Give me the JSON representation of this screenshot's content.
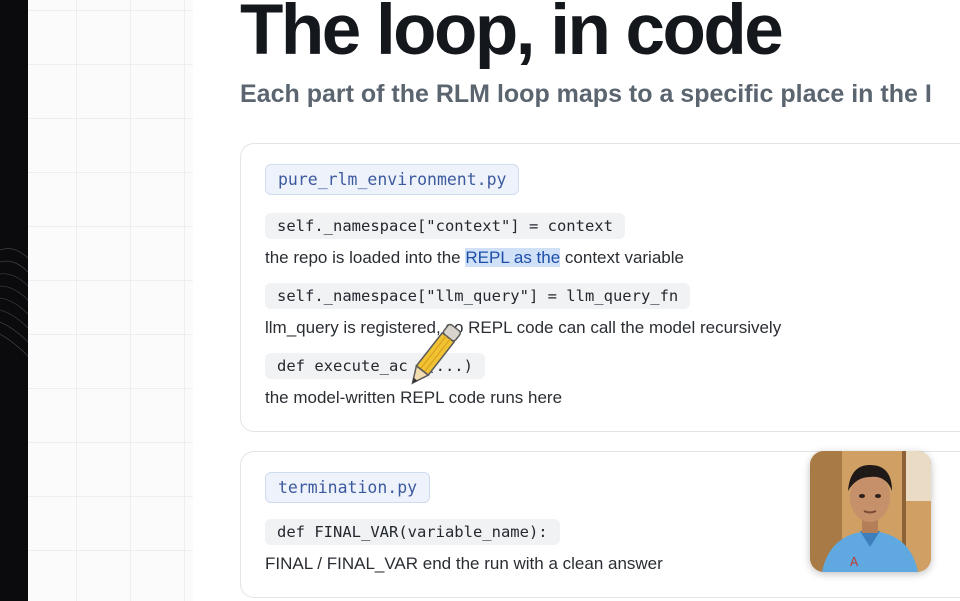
{
  "page": {
    "title": "The loop, in code",
    "subtitle": "Each part of the RLM loop maps to a specific place in the I"
  },
  "cards": [
    {
      "file": "pure_rlm_environment.py",
      "items": [
        {
          "code": "self._namespace[\"context\"] = context",
          "desc_before": "the repo is loaded into the ",
          "desc_highlight": "REPL as the",
          "desc_after": " context variable"
        },
        {
          "code": "self._namespace[\"llm_query\"] = llm_query_fn",
          "desc": "llm_query is registered, so REPL code can call the model recursively"
        },
        {
          "code": "def execute_ac   n(...)",
          "desc": "the model-written REPL code runs here"
        }
      ]
    },
    {
      "file": "termination.py",
      "items": [
        {
          "code": "def FINAL_VAR(variable_name):",
          "desc": "FINAL / FINAL_VAR end the run with a clean answer"
        }
      ]
    }
  ],
  "icons": {
    "cursor": "pencil-cursor-icon",
    "avatar": "presenter-webcam-avatar"
  },
  "colors": {
    "title": "#14171c",
    "subtitle": "#5b6570",
    "file_tag_text": "#3d5a9e",
    "file_tag_bg": "#eef3fb",
    "highlight_bg": "#cfe0f7"
  }
}
